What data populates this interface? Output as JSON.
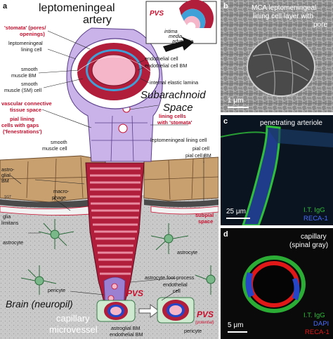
{
  "panel_a": {
    "letter": "a",
    "title_line1": "leptomeningeal",
    "title_line2": "artery",
    "labels": {
      "stomata_line1": "'stomata' (pores/",
      "stomata_line2": "openings)",
      "lepto_lining_1": "leptomeningeal",
      "lepto_lining_2": "lining cell",
      "smooth_bm_1": "smooth",
      "smooth_bm_2": "muscle BM",
      "smooth_sm_1": "smooth",
      "smooth_sm_2": "muscle (SM) cell",
      "endothelial_cell": "endothelial cell",
      "endothelial_cell_bm": "endothelial cell BM",
      "internal_elastic": "internal elastic lamina",
      "subarachnoid_1": "Subarachnoid",
      "subarachnoid_2": "Space",
      "vascular_ct_1": "vascular connective",
      "vascular_ct_2": "tissue space",
      "pial_lining_1": "pial lining",
      "pial_lining_2": "cells with gaps",
      "pial_lining_3": "('fenestrations')",
      "lining_stomata_1": "lining cells",
      "lining_stomata_2": "with 'stomata'",
      "smooth_muscle_cell_1": "smooth",
      "smooth_muscle_cell_2": "muscle cell",
      "lepto_lining_right": "leptomeningeal lining cell",
      "pial_cell": "pial cell",
      "pial_cell_bm": "pial cell BM",
      "astroglial_bm_1": "astro-",
      "astroglial_bm_2": "glial",
      "astroglial_bm_3": "BM",
      "macrophage_1": "macro-",
      "macrophage_2": "phage",
      "subpial_1": "subpial",
      "subpial_2": "space",
      "glia_limitans_1": "glia",
      "glia_limitans_2": "limitans",
      "astrocyte": "astrocyte",
      "astrocyte_right": "astrocyte",
      "astro_foot_1": "astrocyte foot process",
      "endothelial_2": "endothelial",
      "cell_2": "cell",
      "pericyte_left": "pericyte",
      "pvs_center": "PVS",
      "brain": "Brain (neuropil)",
      "capillary_1": "capillary",
      "capillary_2": "microvessel",
      "pvs_bottom": "PVS",
      "potential": "(potential)",
      "pericyte_right": "pericyte",
      "astroglial_bm_bottom": "astroglial BM",
      "endothelial_bm_bottom": "endothelial BM",
      "sgt": "SGT"
    },
    "inset": {
      "pvs": "PVS",
      "intima": "intima",
      "media": "media",
      "adventitia": "adventitia"
    }
  },
  "panel_b": {
    "letter": "b",
    "caption_line1": "MCA leptomeningeal",
    "caption_line2": "lining cell layer with",
    "caption_line3": "pore",
    "scale": "1 μm"
  },
  "panel_c": {
    "letter": "c",
    "caption": "penetrating arteriole",
    "scale": "25 μm",
    "legend1": "I.T. IgG",
    "legend2": "RECA-1"
  },
  "panel_d": {
    "letter": "d",
    "caption_line1": "capillary",
    "caption_line2": "(spinal gray)",
    "scale": "5 μm",
    "legend1": "I.T. IgG",
    "legend2": "DAPI",
    "legend3": "RECA-1"
  },
  "colors": {
    "red_label": "#c8102e",
    "lumen": "#f4b6c8",
    "wall": "#b01e3c",
    "lining": "#c9b3e8",
    "pial_tissue": "#c8a070",
    "sem_bg": "#8a8a8a",
    "fluor_green": "#2fbf3a",
    "fluor_blue": "#2646c8",
    "fluor_red": "#e01818"
  }
}
